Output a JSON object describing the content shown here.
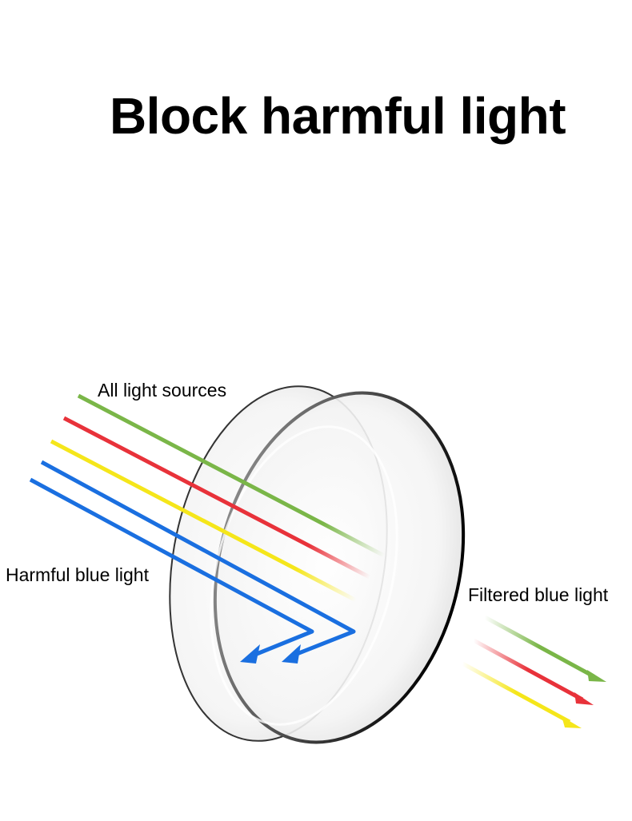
{
  "title": "Block harmful light",
  "labels": {
    "all_light_sources": "All light sources",
    "harmful_blue_light": "Harmful blue light",
    "filtered_blue_light": "Filtered blue light"
  },
  "colors": {
    "green": "#7ab648",
    "red": "#e8323a",
    "yellow": "#f5e61a",
    "blue": "#1a6fe0",
    "lens_rim": "#111111"
  },
  "icons": [
    "lens-icon",
    "reflected-arrow-icon",
    "filtered-arrow-icon"
  ]
}
